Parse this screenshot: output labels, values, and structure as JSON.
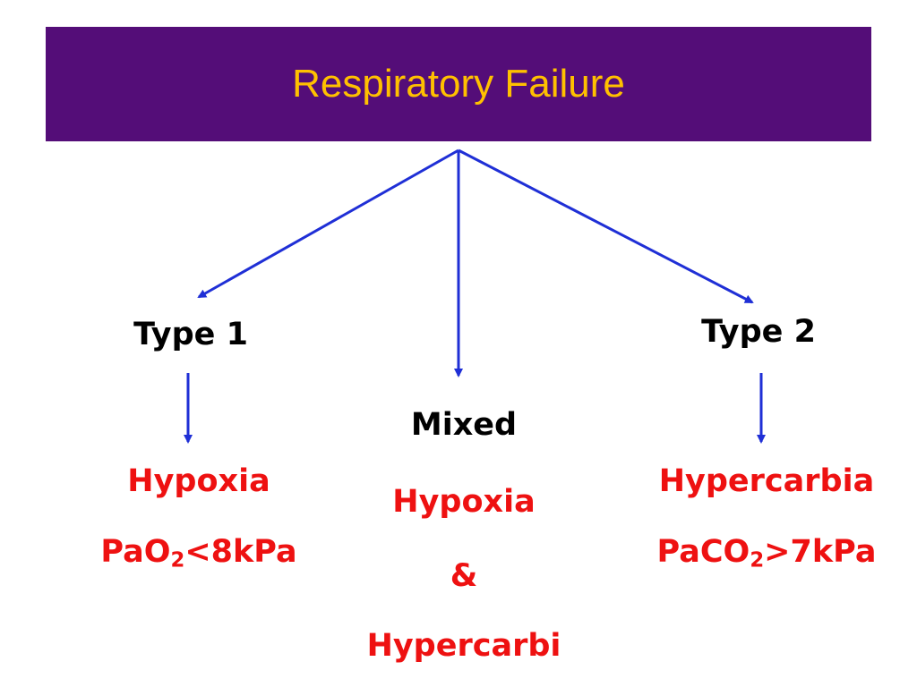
{
  "colors": {
    "title_bg": "#540D78",
    "title_text": "#FFC000",
    "arrow": "#1F2FD6",
    "type_text": "#000000",
    "condition_text": "#EE1111"
  },
  "title": "Respiratory Failure",
  "type1": {
    "label": "Type 1",
    "condition": "Hypoxia",
    "criterion": {
      "prefix": "PaO",
      "subscript": "2",
      "suffix": "<8kPa"
    }
  },
  "mixed": {
    "label": "Mixed",
    "line1": "Hypoxia",
    "line2": "&",
    "line3": "Hypercarbi"
  },
  "type2": {
    "label": "Type 2",
    "condition": "Hypercarbia",
    "criterion": {
      "prefix": "PaCO",
      "subscript": "2",
      "suffix": ">7kPa"
    }
  }
}
